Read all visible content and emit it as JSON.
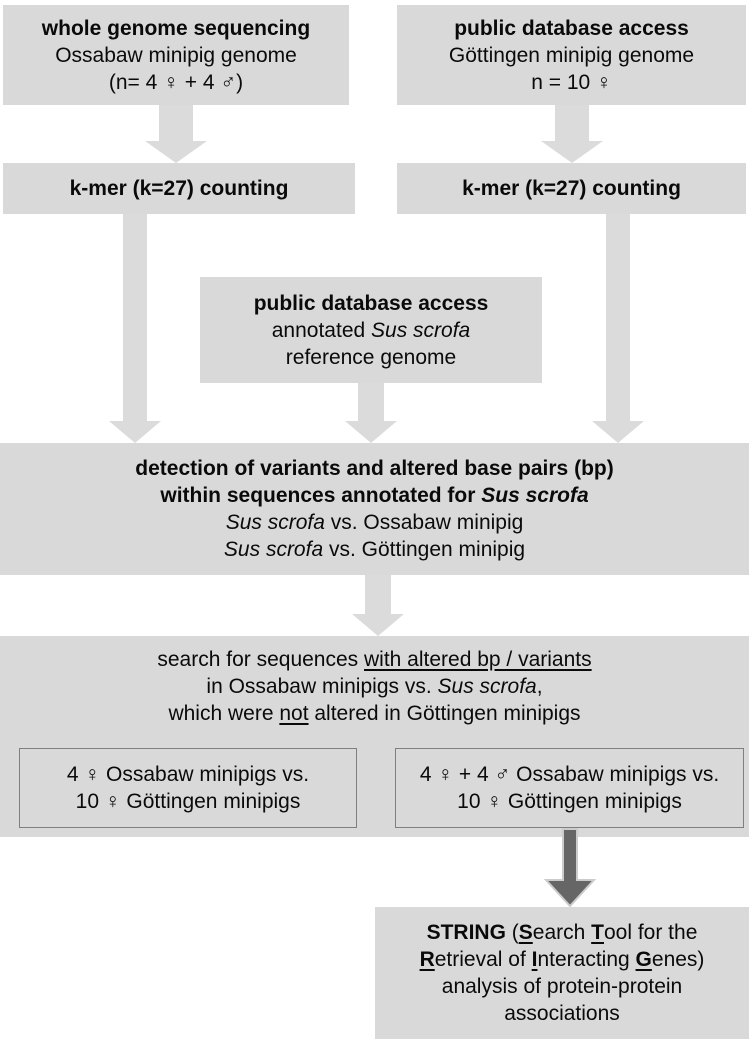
{
  "colors": {
    "box_fill": "#d9d9d9",
    "arrow_fill": "#dbdbdb",
    "dark_arrow_fill": "#666667",
    "dark_arrow_outline": "#cccccc",
    "inner_box_border": "#7f7f7f",
    "text": "#0a0a0a",
    "bg": "#ffffff"
  },
  "top_left_box": {
    "line1": "whole genome sequencing",
    "line2": "Ossabaw minipig genome",
    "line3": "(n= 4 ♀ + 4 ♂)"
  },
  "top_right_box": {
    "line1": "public database access",
    "line2": "Göttingen minipig genome",
    "line3": "n = 10 ♀"
  },
  "kmer_left_box": {
    "label": "k-mer (k=27) counting"
  },
  "kmer_right_box": {
    "label": "k-mer (k=27) counting"
  },
  "reference_box": {
    "line1": "public database access",
    "line2_prefix": "annotated ",
    "line2_species": "Sus scrofa",
    "line3": "reference genome"
  },
  "detection_box": {
    "line1": "detection of variants and altered base pairs (bp)",
    "line2_prefix": "within sequences annotated for ",
    "line2_species": "Sus scrofa",
    "line3_species": "Sus scrofa",
    "line3_rest": " vs. Ossabaw minipig",
    "line4_species": "Sus scrofa",
    "line4_rest": " vs. Göttingen minipig"
  },
  "search_box": {
    "line1_prefix": "search for sequences ",
    "line1_underline": "with altered bp / variants",
    "line2_prefix": "in Ossabaw minipigs vs. ",
    "line2_species": "Sus scrofa",
    "line2_suffix": ",",
    "line3_prefix": "which were ",
    "line3_underline": "not",
    "line3_suffix": " altered in Göttingen minipigs",
    "left_subbox": {
      "line1": "4 ♀ Ossabaw minipigs vs.",
      "line2": "10 ♀ Göttingen minipigs"
    },
    "right_subbox": {
      "line1": "4 ♀ + 4 ♂ Ossabaw minipigs vs.",
      "line2": "10 ♀ Göttingen minipigs"
    }
  },
  "string_box": {
    "l1_bold": "STRING",
    "l1_t1": " (",
    "l1_u1": "S",
    "l1_t2": "earch ",
    "l1_u2": "T",
    "l1_t3": "ool for the",
    "l2_u1": "R",
    "l2_t1": "etrieval of ",
    "l2_u2": "I",
    "l2_t2": "nteracting ",
    "l2_u3": "G",
    "l2_t3": "enes)",
    "l3": "analysis of protein-protein",
    "l4": "associations"
  }
}
